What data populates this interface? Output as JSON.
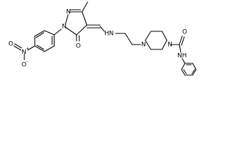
{
  "molecule": {
    "atoms": {
      "pyrazole_n_ring": "N",
      "pyrazole_n1": "N",
      "pyrazole_o": "O",
      "methyl_label": "",
      "amine_nh": "HN",
      "piperazine_n1": "N",
      "piperazine_n4": "N",
      "carbonyl_o": "O",
      "amide_nh": "NH",
      "nitro_n": "N",
      "nitro_n_charge": "+",
      "nitro_o1": "O",
      "nitro_o2": "O",
      "nitro_o2_charge": "-"
    },
    "colors": {
      "bond": "#000000",
      "text": "#000000",
      "background": "#ffffff"
    }
  }
}
